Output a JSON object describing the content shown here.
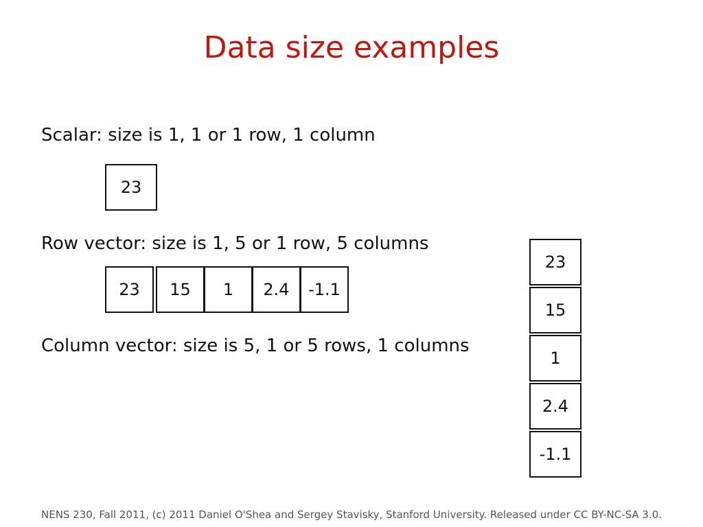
{
  "slide": {
    "title": "Data size examples",
    "scalar_text": "Scalar: size is 1, 1 or 1 row, 1 column",
    "row_text": "Row vector: size is 1, 5 or 1 row, 5 columns",
    "column_text": "Column vector: size is 5, 1 or 5 rows, 1 columns",
    "footer": "NENS 230, Fall 2011, (c) 2011 Daniel O'Shea and Sergey Stavisky, Stanford University. Released under CC BY-NC-SA 3.0."
  },
  "scalar": [
    "23"
  ],
  "row_vector": [
    "23",
    "15",
    "1",
    "2.4",
    "-1.1"
  ],
  "column_vector": [
    "23",
    "15",
    "1",
    "2.4",
    "-1.1"
  ]
}
